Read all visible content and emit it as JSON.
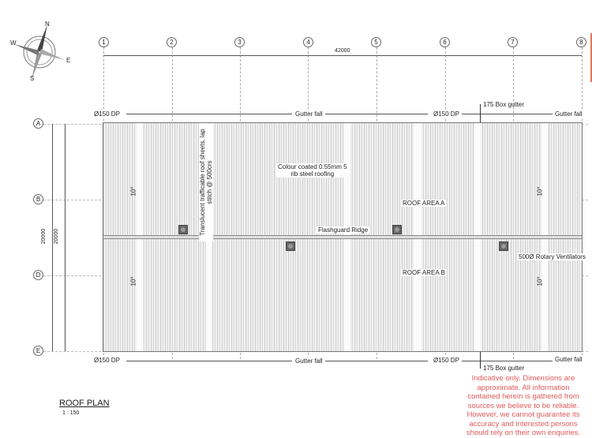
{
  "compass": {
    "north": "N",
    "south": "S",
    "east": "E",
    "west": "W"
  },
  "grid": {
    "columns": [
      "1",
      "2",
      "3",
      "4",
      "5",
      "6",
      "7",
      "8"
    ],
    "rows": [
      "A",
      "B",
      "D",
      "E"
    ]
  },
  "dimensions": {
    "overall_length": "42000",
    "width_1": "20000",
    "width_2": "20000"
  },
  "labels": {
    "downpipe": "Ø150 DP",
    "gutter_fall": "Gutter fall",
    "box_gutter": "175 Box gutter",
    "translucent": "Translucent trafficable roof sheets, lap stitch @ 500crs",
    "roofing_line1": "Colour coated 0.55mm 5",
    "roofing_line2": "rib steel roofing",
    "roof_area_a": "ROOF AREA A",
    "roof_area_b": "ROOF AREA B",
    "ridge": "Flashguard Ridge",
    "ventilators": "500Ø Rotary Ventilators",
    "pitch": "10°"
  },
  "title": {
    "name": "ROOF PLAN",
    "scale": "1 : 150"
  },
  "disclaimer": "Indicative only. Dimensions are approximate. All information contained herein is gathered from sources we believe to be reliable. However, we cannot guarantee its accuracy and interested persons should rely on their own enquiries.",
  "colors": {
    "disclaimer": "#e05a5a",
    "accent_bar": "#e0785a"
  }
}
